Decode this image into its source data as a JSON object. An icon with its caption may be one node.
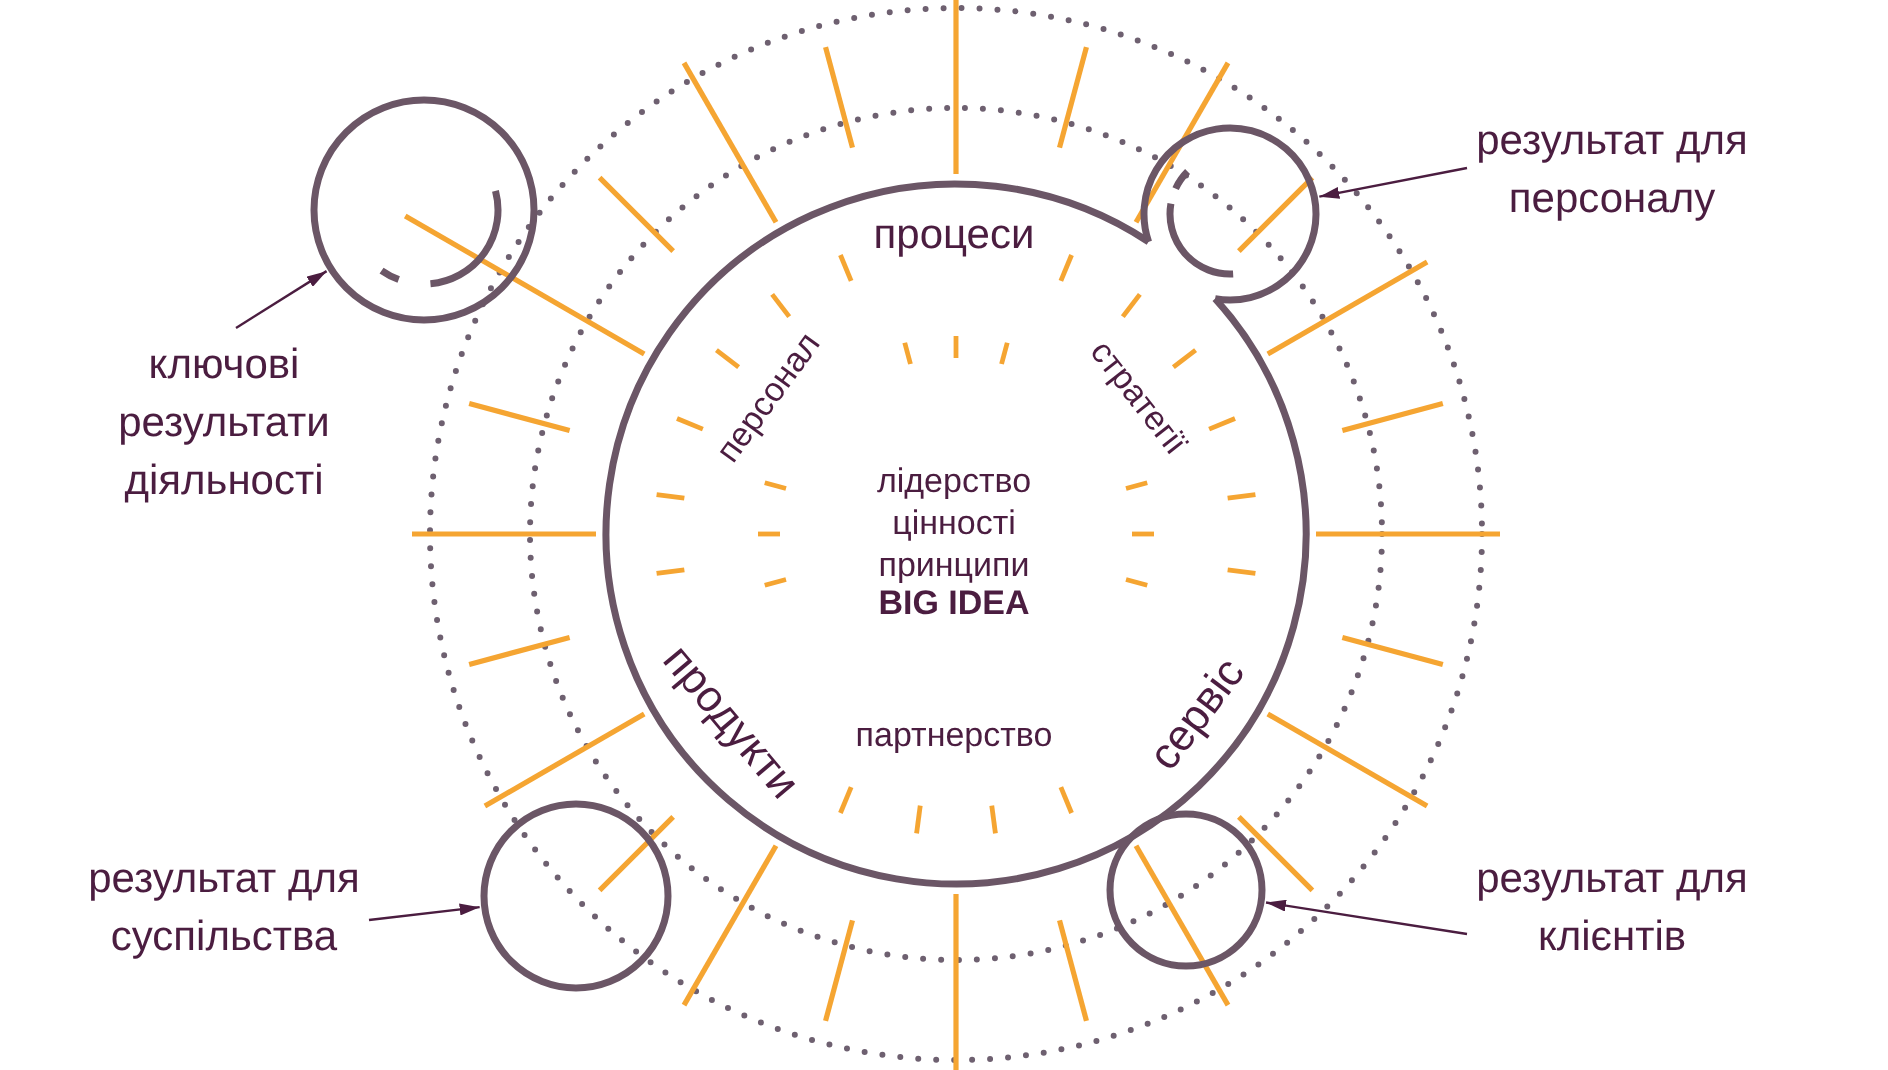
{
  "diagram": {
    "nodes": [
      {
        "text": [
          "процеси",
          "персонал",
          "стратегії",
          "лідерство цінності принципи",
          "BIG IDEA",
          "партнерство",
          "продукти",
          "сервіс"
        ]
      },
      {
        "text": [],
        "shape": "circle"
      },
      {
        "text": [],
        "shape": "circle"
      },
      {
        "text": [],
        "shape": "circle"
      },
      {
        "text": [],
        "shape": "circle"
      },
      {
        "text": [
          "результат для персоналу"
        ]
      },
      {
        "text": [
          "ключові результати діяльності"
        ]
      },
      {
        "text": [
          "результат для суспільства"
        ]
      },
      {
        "text": [
          "результат для клієнтів"
        ]
      }
    ],
    "edges": [
      {
        "from": 5,
        "to": 2,
        "arrow": "to"
      },
      {
        "from": 6,
        "to": 1,
        "arrow": "to"
      },
      {
        "from": 7,
        "to": 3,
        "arrow": "to"
      },
      {
        "from": 8,
        "to": 4,
        "arrow": "to"
      }
    ]
  }
}
